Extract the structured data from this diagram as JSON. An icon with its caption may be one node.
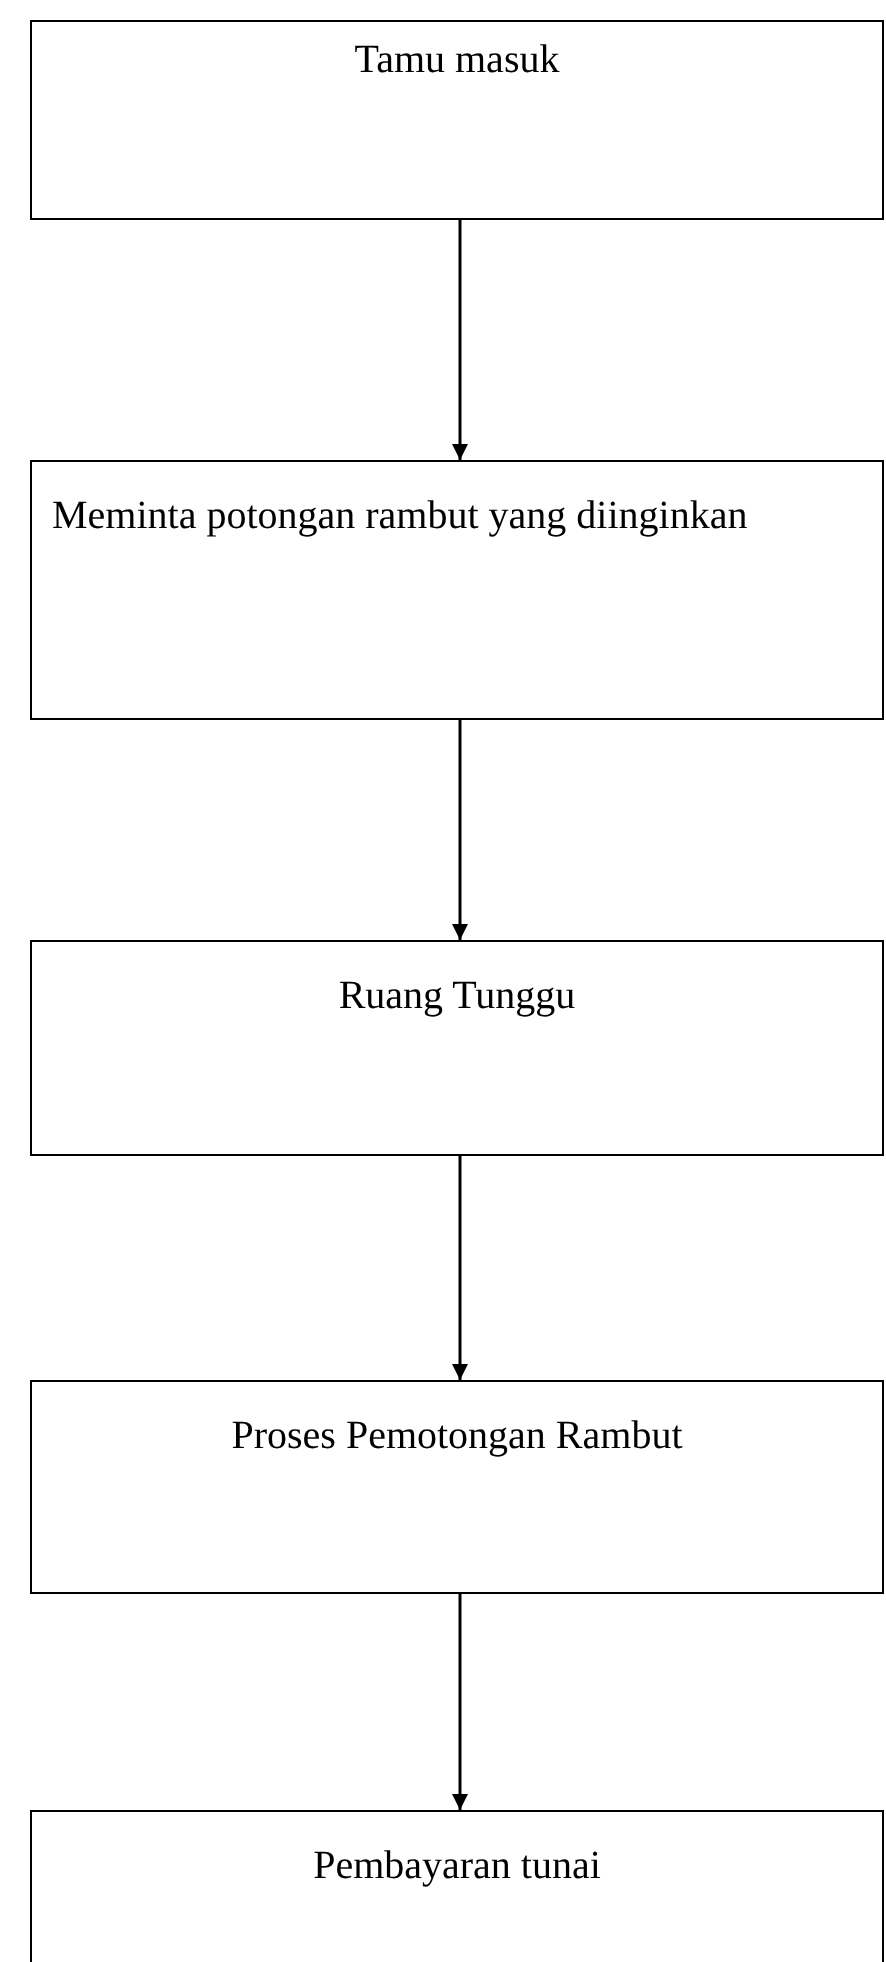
{
  "diagram": {
    "nodes": [
      {
        "text": [
          "Tamu masuk"
        ]
      },
      {
        "text": [
          "Meminta potongan rambut yang diinginkan"
        ]
      },
      {
        "text": [
          "Ruang Tunggu"
        ]
      },
      {
        "text": [
          "Proses Pemotongan Rambut"
        ]
      },
      {
        "text": [
          "Pembayaran tunai"
        ]
      }
    ],
    "edges": [
      {
        "from": 0,
        "to": 1,
        "arrow": "to"
      },
      {
        "from": 1,
        "to": 2,
        "arrow": "to"
      },
      {
        "from": 2,
        "to": 3,
        "arrow": "to"
      },
      {
        "from": 3,
        "to": 4,
        "arrow": "to"
      }
    ]
  }
}
